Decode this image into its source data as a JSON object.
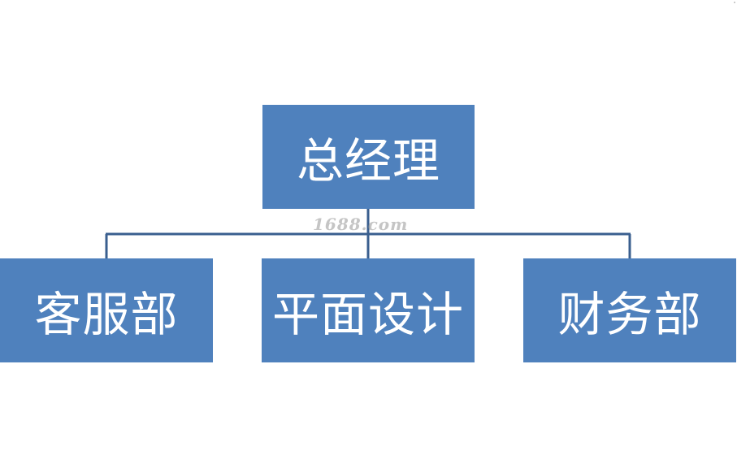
{
  "org_chart": {
    "root": {
      "label": "总经理"
    },
    "children": [
      {
        "label": "客服部"
      },
      {
        "label": "平面设计"
      },
      {
        "label": "财务部"
      }
    ]
  },
  "watermark": {
    "text": "1688.com"
  },
  "colors": {
    "box_fill": "#4f81bd",
    "box_text": "#ffffff",
    "connector": "#3a5f8f",
    "background": "#ffffff"
  }
}
